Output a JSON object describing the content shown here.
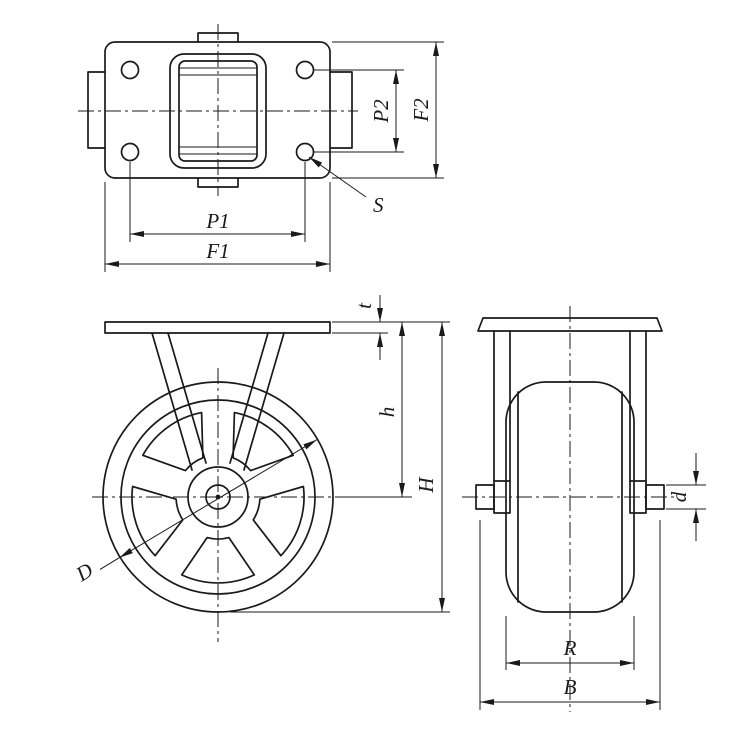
{
  "colors": {
    "line": "#1a1a1a",
    "background": "#ffffff"
  },
  "labels": {
    "top_view": {
      "bolt_pitch_vertical": "P2",
      "plate_depth": "F2",
      "bolt_hole": "S",
      "bolt_pitch_horizontal": "P1",
      "plate_width": "F1"
    },
    "front_view": {
      "plate_thickness": "t",
      "axle_height": "h",
      "overall_height": "H",
      "wheel_diameter": "D"
    },
    "side_view": {
      "axle_diameter": "d",
      "wheel_width": "R",
      "overall_width": "B"
    }
  }
}
